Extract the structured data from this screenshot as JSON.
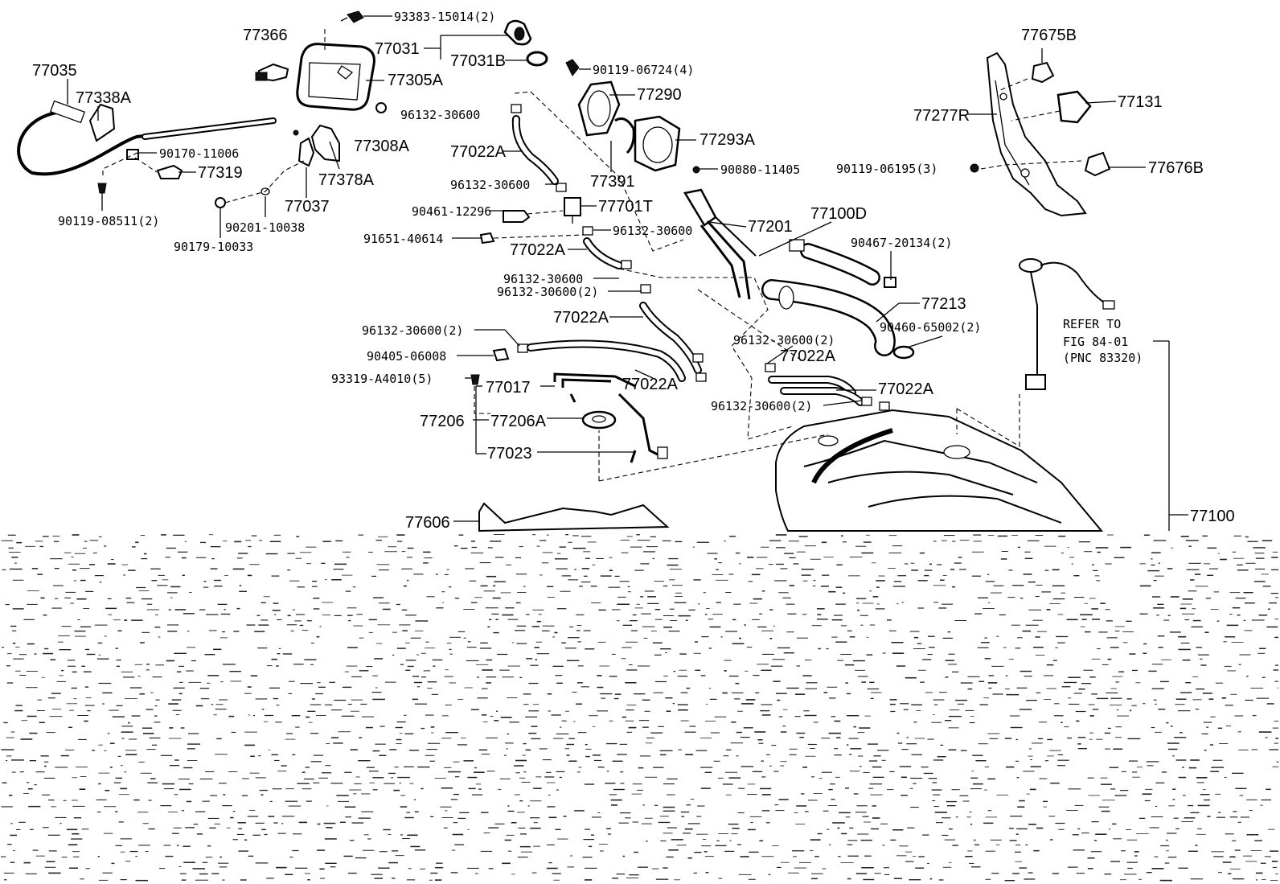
{
  "labels": {
    "p93383": "93383-15014(2)",
    "p77031": "77031",
    "p77031b": "77031B",
    "p77366": "77366",
    "p77305a": "77305A",
    "p90119_06724": "90119-06724(4)",
    "p77290": "77290",
    "p77035": "77035",
    "p77338a": "77338A",
    "p96132_a": "96132-30600",
    "p77293a": "77293A",
    "p77308a": "77308A",
    "p90170": "90170-11006",
    "p77022a_1": "77022A",
    "p77319": "77319",
    "p77378a": "77378A",
    "p77391": "77391",
    "p90080": "90080-11405",
    "p96132_b": "96132-30600",
    "p77037": "77037",
    "p77701t": "77701T",
    "p90119_08511": "90119-08511(2)",
    "p90201": "90201-10038",
    "p90461": "90461-12296",
    "p96132_c": "96132-30600",
    "p77201": "77201",
    "p77100d": "77100D",
    "p90179": "90179-10033",
    "p91651": "91651-40614",
    "p77022a_2": "77022A",
    "p90467": "90467-20134(2)",
    "p96132_d": "96132-30600",
    "p96132_e": "96132-30600(2)",
    "p77213": "77213",
    "p77022a_3": "77022A",
    "p96132_f": "96132-30600(2)",
    "p96132_g": "96132-30600(2)",
    "p90460": "90460-65002(2)",
    "p77022a_4": "77022A",
    "p90405": "90405-06008",
    "p93319": "93319-A4010(5)",
    "p77022a_5": "77022A",
    "p77017": "77017",
    "p77022a_6": "77022A",
    "p96132_h": "96132-30600(2)",
    "p77206": "77206",
    "p77206a": "77206A",
    "p77023": "77023",
    "p77606": "77606",
    "p77100": "77100",
    "p77675b": "77675B",
    "p77131": "77131",
    "p77277r": "77277R",
    "p90119_06195": "90119-06195(3)",
    "p77676b": "77676B"
  },
  "refer_note": {
    "line1": "REFER TO",
    "line2": "FIG 84-01",
    "line3": "(PNC 83320)"
  }
}
